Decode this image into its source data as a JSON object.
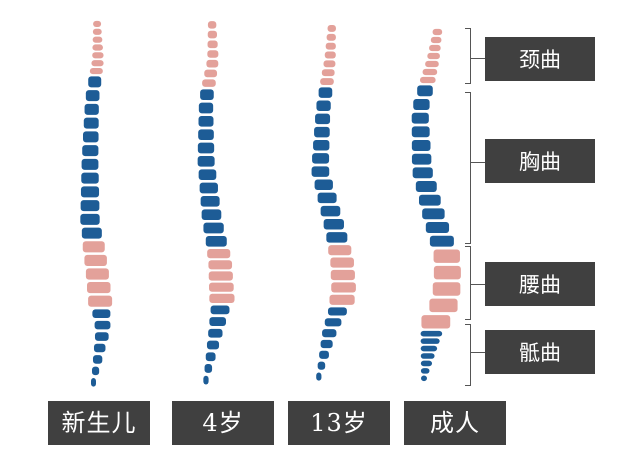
{
  "colors": {
    "thoracic": "#1d5c96",
    "cervical_lumbar": "#e3a19a",
    "label_bg": "#404040",
    "label_text": "#ffffff",
    "bracket": "#555555"
  },
  "stages": [
    {
      "label": "新生儿",
      "icon": "spine-newborn"
    },
    {
      "label": "4岁",
      "icon": "spine-4-years"
    },
    {
      "label": "13岁",
      "icon": "spine-13-years"
    },
    {
      "label": "成人",
      "icon": "spine-adult"
    }
  ],
  "regions": [
    {
      "label": "颈曲"
    },
    {
      "label": "胸曲"
    },
    {
      "label": "腰曲"
    },
    {
      "label": "骶曲"
    }
  ]
}
